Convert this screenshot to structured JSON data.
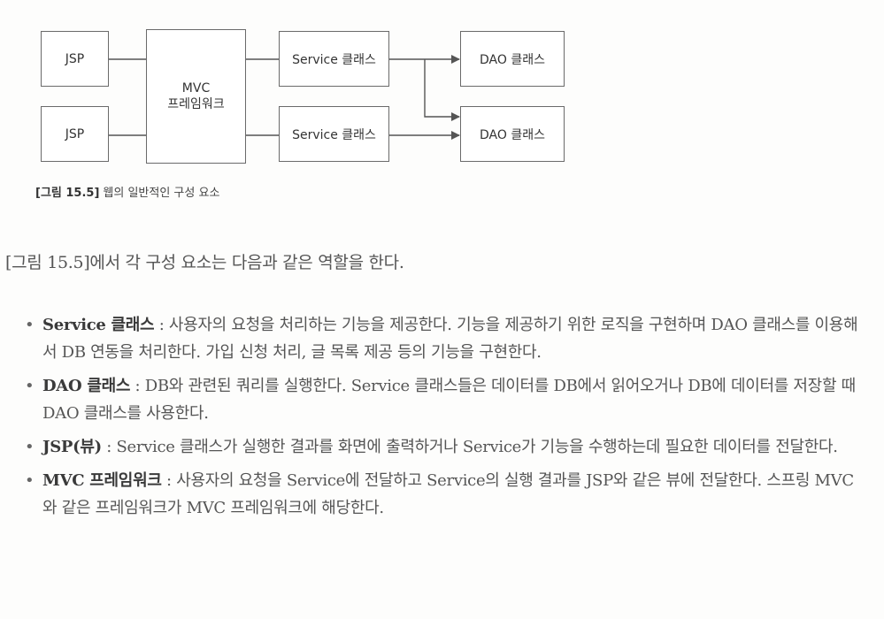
{
  "diagram": {
    "jsp_top": "JSP",
    "jsp_bottom": "JSP",
    "mvc_line1": "MVC",
    "mvc_line2": "프레임워크",
    "service_top": "Service 클래스",
    "service_bottom": "Service 클래스",
    "dao_top": "DAO 클래스",
    "dao_bottom": "DAO 클래스"
  },
  "caption": {
    "label": "[그림 15.5]",
    "text": "웹의 일반적인 구성 요소"
  },
  "intro": "[그림 15.5]에서 각 구성 요소는 다음과 같은 역할을 한다.",
  "bullets": [
    {
      "term": "Service 클래스",
      "desc": " : 사용자의 요청을 처리하는 기능을 제공한다. 기능을 제공하기 위한 로직을 구현하며 DAO 클래스를 이용해서 DB 연동을 처리한다. 가입 신청 처리, 글 목록 제공 등의 기능을 구현한다."
    },
    {
      "term": "DAO 클래스",
      "desc": " : DB와 관련된 쿼리를 실행한다. Service 클래스들은 데이터를 DB에서 읽어오거나 DB에 데이터를 저장할 때 DAO 클래스를 사용한다."
    },
    {
      "term": "JSP(뷰)",
      "desc": " : Service 클래스가 실행한 결과를 화면에 출력하거나 Service가 기능을 수행하는데 필요한 데이터를 전달한다."
    },
    {
      "term": "MVC 프레임워크",
      "desc": " : 사용자의 요청을 Service에 전달하고 Service의 실행 결과를 JSP와 같은 뷰에 전달한다. 스프링 MVC와 같은 프레임워크가 MVC 프레임워크에 해당한다."
    }
  ]
}
